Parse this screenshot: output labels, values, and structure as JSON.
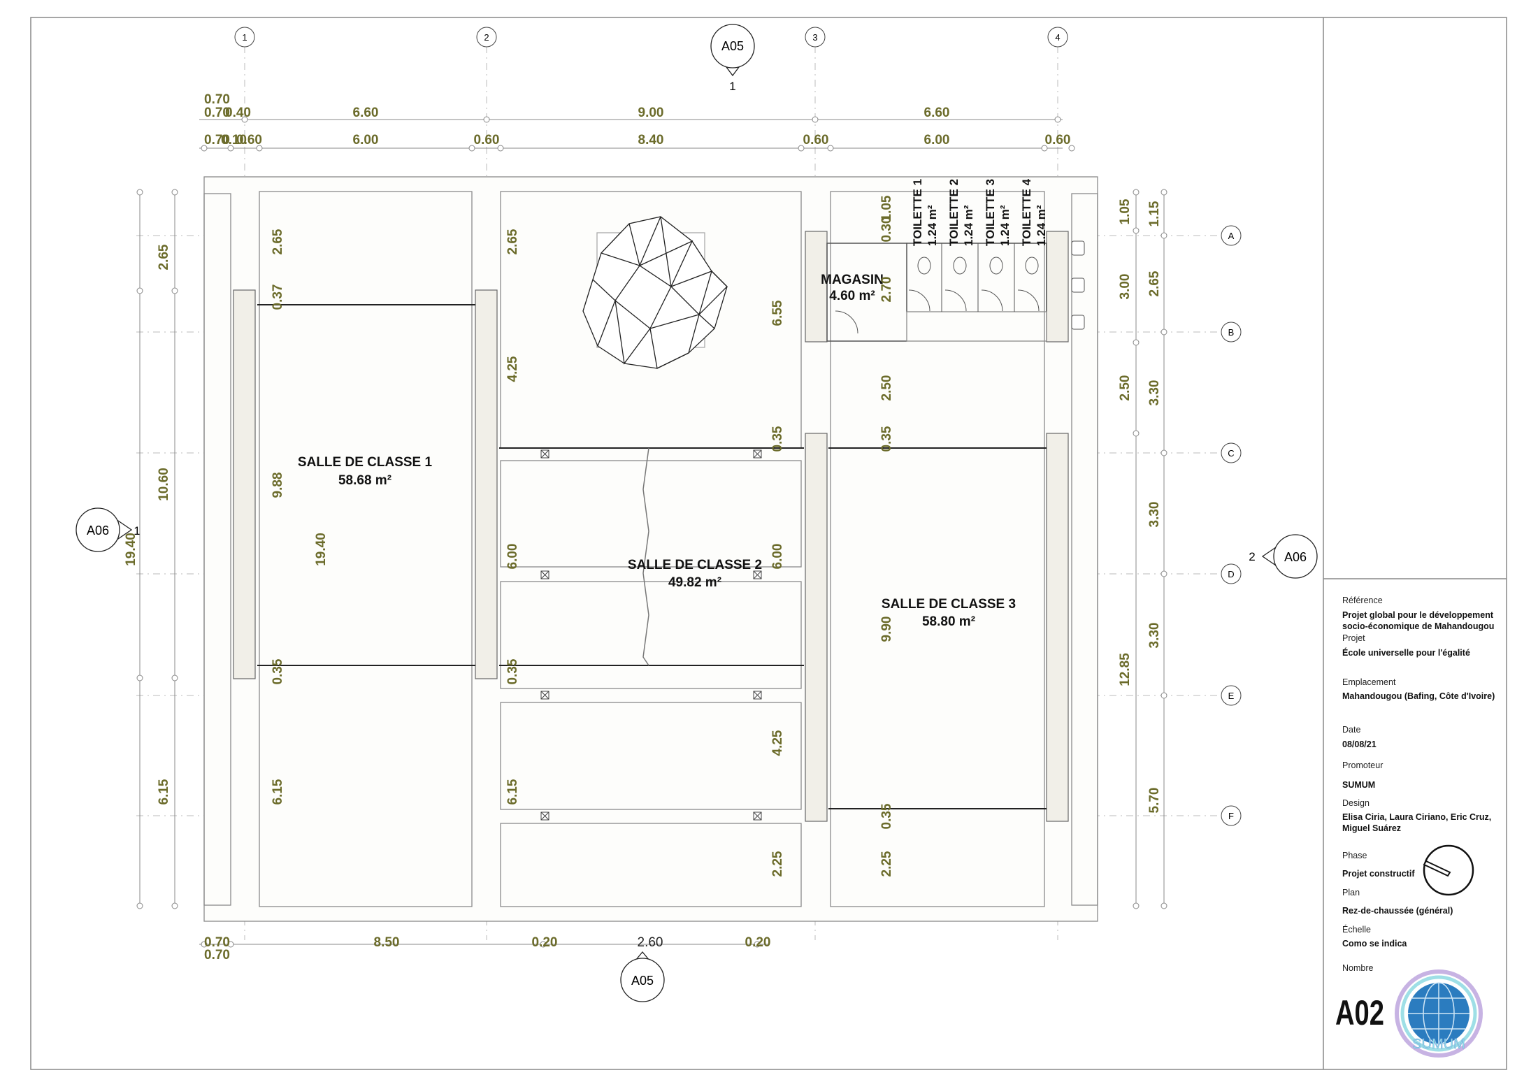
{
  "sections": {
    "top": "A05",
    "top_num": "1",
    "bottom": "A05",
    "left": "A06",
    "left_num": "1",
    "right": "A06",
    "right_num": "2"
  },
  "grid": {
    "columns": [
      "1",
      "2",
      "3",
      "4"
    ],
    "rows": [
      "A",
      "B",
      "C",
      "D",
      "E",
      "F"
    ]
  },
  "rooms": {
    "classe1": {
      "name": "SALLE DE CLASSE 1",
      "area": "58.68 m²"
    },
    "classe2": {
      "name": "SALLE DE CLASSE 2",
      "area": "49.82 m²"
    },
    "classe3": {
      "name": "SALLE DE CLASSE 3",
      "area": "58.80 m²"
    },
    "magasin": {
      "name": "MAGASIN",
      "area": "4.60 m²"
    },
    "toilettes": [
      {
        "name": "TOILETTE 1",
        "area": "1.24 m²"
      },
      {
        "name": "TOILETTE 2",
        "area": "1.24 m²"
      },
      {
        "name": "TOILETTE 3",
        "area": "1.24 m²"
      },
      {
        "name": "TOILETTE 4",
        "area": "1.24 m²"
      }
    ]
  },
  "dimensions": {
    "top": {
      "row0_a": "0.70",
      "row0_b": "0.70",
      "row0_c": "0.40",
      "row1": [
        "6.60",
        "9.00",
        "6.60"
      ],
      "row2_small": [
        "0.70",
        "0.10",
        "0.60"
      ],
      "row2": [
        "6.00",
        "0.60",
        "8.40",
        "0.60",
        "6.00",
        "0.60"
      ]
    },
    "bottom": {
      "a": "0.70",
      "b": "0.70",
      "values": [
        "8.50",
        "0.20",
        "2.60",
        "0.20"
      ]
    },
    "left_outer": [
      "2.65",
      "10.60",
      "6.15"
    ],
    "left_total": "19.40",
    "classe1": [
      "2.65",
      "0.37",
      "9.88",
      "19.40",
      "0.35",
      "6.15"
    ],
    "mid_left": [
      "2.65",
      "4.25",
      "6.00",
      "0.35",
      "6.15"
    ],
    "mid_right": [
      "6.55",
      "0.35",
      "6.00",
      "4.25",
      "2.25"
    ],
    "east": [
      "0.30",
      "1.05",
      "2.70",
      "2.50",
      "0.35",
      "9.90",
      "0.35",
      "2.25"
    ],
    "right_a": [
      "1.05",
      "3.00",
      "2.50",
      "12.85"
    ],
    "right_b": [
      "1.15",
      "2.65",
      "3.30",
      "3.30",
      "3.30",
      "5.70"
    ]
  },
  "title_block": {
    "reference_label": "Référence",
    "reference_value": [
      "Projet global pour le développement",
      "socio-économique de Mahandougou"
    ],
    "projet_label": "Projet",
    "projet_value": "École universelle pour l'égalité",
    "emplacement_label": "Emplacement",
    "emplacement_value": "Mahandougou (Bafing, Côte d'Ivoire)",
    "date_label": "Date",
    "date_value": "08/08/21",
    "promoteur_label": "Promoteur",
    "promoteur_value": "SUMUM",
    "design_label": "Design",
    "design_value": [
      "Elisa Ciria, Laura Ciriano, Eric Cruz,",
      "Miguel Suárez"
    ],
    "phase_label": "Phase",
    "phase_value": "Projet constructif",
    "plan_label": "Plan",
    "plan_value": "Rez-de-chaussée (général)",
    "echelle_label": "Échelle",
    "echelle_value": "Como se indica",
    "nombre_label": "Nombre",
    "nombre_value": "A02",
    "logo_text": "SUMUM"
  },
  "colors": {
    "dimension": "#6b6b2a",
    "line": "#999999",
    "wall": "#f1efe8"
  }
}
